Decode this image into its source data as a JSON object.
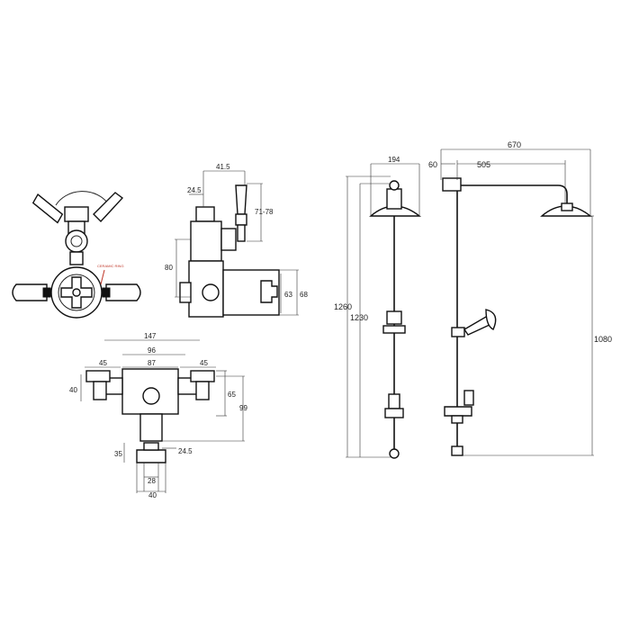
{
  "colors": {
    "line": "#222222",
    "accent": "#c0392b",
    "background": "#ffffff"
  },
  "front_view": {
    "ceramic_label": "CERAMIC RING"
  },
  "side_view": {
    "dim_41_5": "41.5",
    "dim_24_5": "24.5",
    "dim_71_78": "71-78",
    "dim_80": "80",
    "dim_63": "63",
    "dim_68": "68"
  },
  "top_view": {
    "dim_147": "147",
    "dim_96": "96",
    "dim_87": "87",
    "dim_45_left": "45",
    "dim_45_right": "45",
    "dim_40_left": "40",
    "dim_65": "65",
    "dim_99": "99",
    "dim_35": "35",
    "dim_24_5": "24.5",
    "dim_28": "28",
    "dim_40_bottom": "40"
  },
  "shower_front": {
    "dim_194": "194",
    "dim_1260": "1260",
    "dim_1230": "1230"
  },
  "shower_side": {
    "dim_670": "670",
    "dim_60": "60",
    "dim_505": "505",
    "dim_1080": "1080"
  }
}
